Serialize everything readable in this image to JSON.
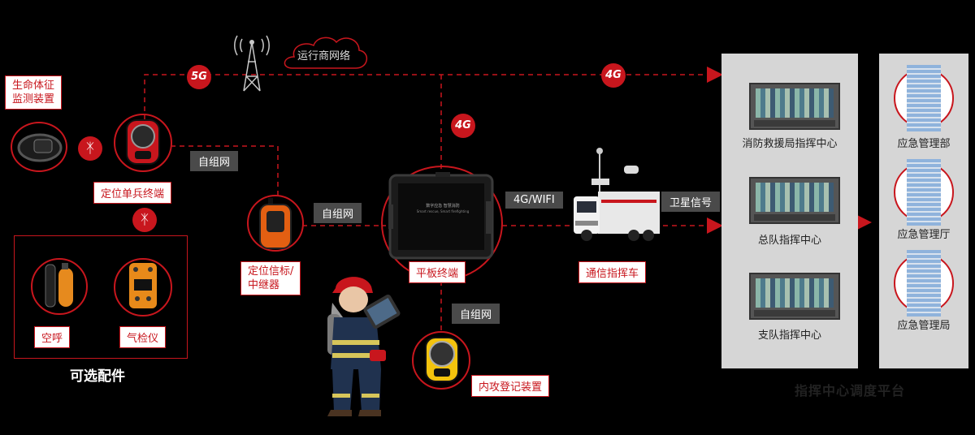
{
  "network": {
    "operator_cloud": "运行商网络"
  },
  "badges": {
    "fiveg": "5G",
    "fourg_top": "4G",
    "fourg_mid": "4G"
  },
  "links": {
    "self_org_1": "自组网",
    "self_org_2": "自组网",
    "self_org_3": "自组网",
    "fourg_wifi": "4G/WIFI",
    "satellite": "卫星信号"
  },
  "devices": {
    "vital_monitor": "生命体征\n监测装置",
    "soldier_terminal": "定位单兵终端",
    "beacon_relay": "定位信标/\n中继器",
    "tablet": "平板终端",
    "comm_vehicle": "通信指挥车",
    "internal_register": "内攻登记装置",
    "air_breathing": "空呼",
    "gas_detector": "气检仪"
  },
  "optional": {
    "title": "可选配件"
  },
  "tablet_screen": {
    "line1": "数字应急  智慧消防",
    "line2": "Smart rescue, Smart firefighting"
  },
  "centers": [
    "消防救援局指挥中心",
    "总队指挥中心",
    "支队指挥中心"
  ],
  "management": [
    "应急管理部",
    "应急管理厅",
    "应急管理局"
  ],
  "platform": {
    "title": "指挥中心调度平台"
  },
  "colors": {
    "accent": "#c8161d",
    "panel": "#d6d6d6",
    "bg": "#000000"
  }
}
